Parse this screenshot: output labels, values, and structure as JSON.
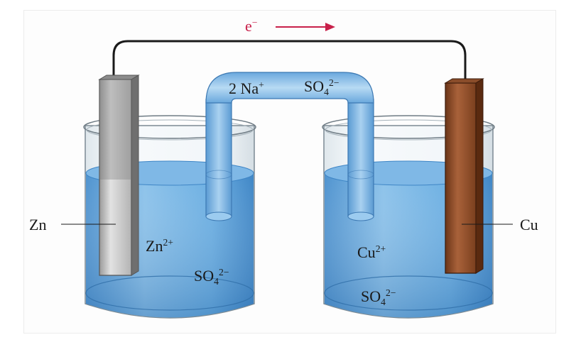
{
  "electron_flow": {
    "symbol": "e",
    "charge": "−"
  },
  "left_electrode": {
    "label": "Zn"
  },
  "right_electrode": {
    "label": "Cu"
  },
  "salt_bridge": {
    "cation_count": "2",
    "cation": "Na",
    "cation_charge": "+",
    "anion": "SO",
    "anion_sub": "4",
    "anion_charge": "2−"
  },
  "left_beaker": {
    "ion": "Zn",
    "ion_charge": "2+",
    "anion": "SO",
    "anion_sub": "4",
    "anion_charge": "2−"
  },
  "right_beaker": {
    "ion": "Cu",
    "ion_charge": "2+",
    "anion": "SO",
    "anion_sub": "4",
    "anion_charge": "2−"
  },
  "colors": {
    "solution": "#5ea4dc",
    "solution_light": "#a8d0ee",
    "zinc": "#c9c9c9",
    "copper": "#8a4a26",
    "arrow": "#c8204a",
    "glass": "#e6eff5"
  }
}
